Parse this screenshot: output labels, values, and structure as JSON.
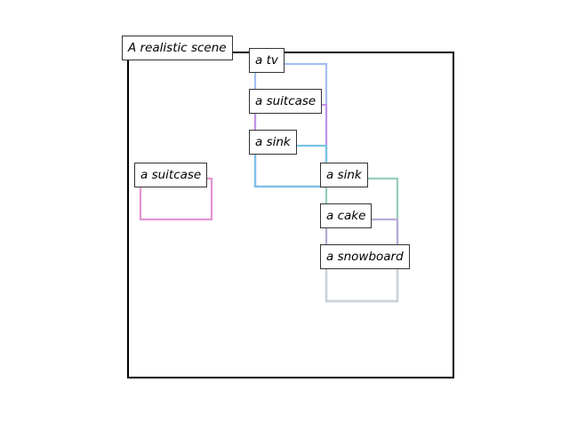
{
  "scene": {
    "caption": "A realistic scene",
    "frame_color": "#000000"
  },
  "objects": [
    {
      "label": "a tv",
      "color": "#a2bff0"
    },
    {
      "label": "a suitcase",
      "color": "#c393e8"
    },
    {
      "label": "a sink",
      "color": "#7cc3e6"
    },
    {
      "label": "a suitcase",
      "color": "#e393d3"
    },
    {
      "label": "a sink",
      "color": "#93cdb9"
    },
    {
      "label": "a cake",
      "color": "#b5acd8"
    },
    {
      "label": "a snowboard",
      "color": "#c8d2da"
    }
  ]
}
